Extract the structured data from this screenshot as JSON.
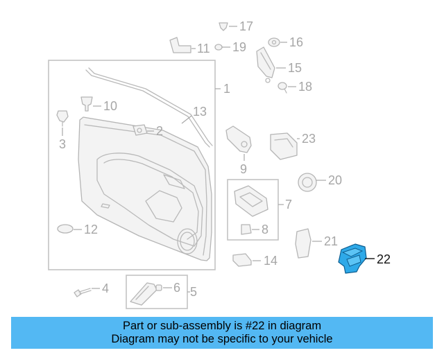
{
  "callouts": {
    "c1": "1",
    "c2": "2",
    "c3": "3",
    "c4": "4",
    "c5": "5",
    "c6": "6",
    "c7": "7",
    "c8": "8",
    "c9": "9",
    "c10": "10",
    "c11": "11",
    "c12": "12",
    "c13": "13",
    "c14": "14",
    "c15": "15",
    "c16": "16",
    "c17": "17",
    "c18": "18",
    "c19": "19",
    "c20": "20",
    "c21": "21",
    "c22": "22",
    "c23": "23"
  },
  "highlight": {
    "part_number": "22",
    "color": "#2ea9e8"
  },
  "banner": {
    "line1": "Part or sub-assembly is #22 in diagram",
    "line2": "Diagram may not be specific to your vehicle",
    "background": "#53b8f3"
  }
}
